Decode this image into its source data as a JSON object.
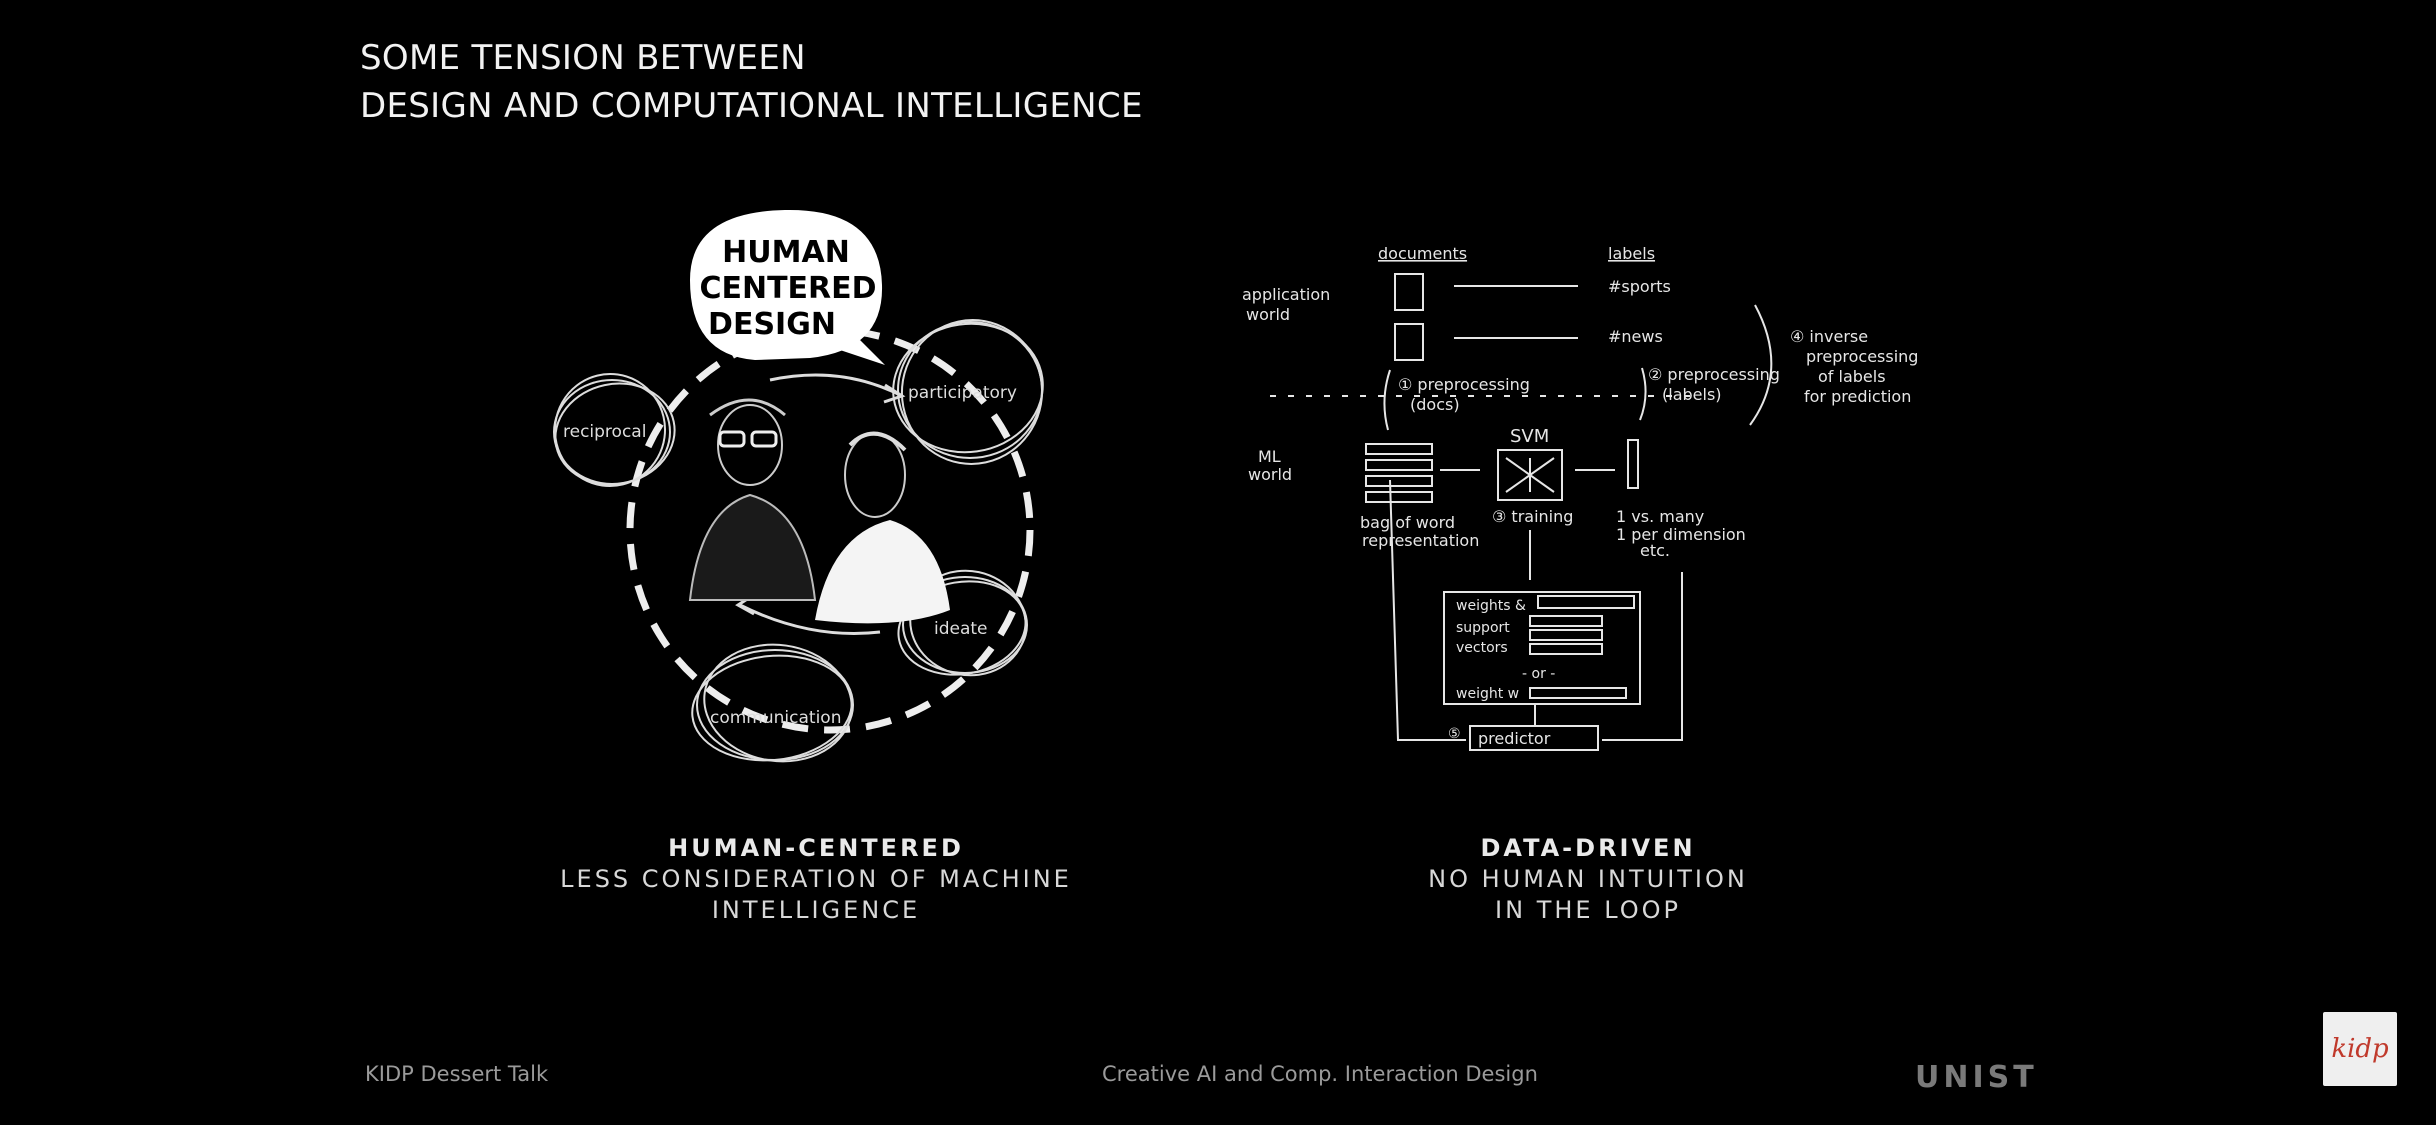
{
  "slide": {
    "title_line1": "SOME TENSION BETWEEN",
    "title_line2": "DESIGN AND COMPUTATIONAL INTELLIGENCE"
  },
  "hcd_illustration": {
    "bubble_line1": "HUMAN",
    "bubble_line2": "CENTERED",
    "bubble_line3": "DESIGN",
    "labels": {
      "reciprocal": "reciprocal",
      "participatory": "participatory",
      "ideate": "ideate",
      "communication": "communication"
    }
  },
  "dd_illustration": {
    "documents": "documents",
    "labels": "labels",
    "sports": "#sports",
    "news": "#news",
    "application_world_1": "application",
    "application_world_2": "world",
    "ml_world_1": "ML",
    "ml_world_2": "world",
    "preprocessing_docs_1": "① preprocessing",
    "preprocessing_docs_2": "(docs)",
    "preprocessing_labels_1": "② preprocessing",
    "preprocessing_labels_2": "(labels)",
    "inverse_1": "④ inverse",
    "inverse_2": "preprocessing",
    "inverse_3": "of labels",
    "inverse_4": "for prediction",
    "svm": "SVM",
    "training": "③ training",
    "bow_1": "bag of word",
    "bow_2": "representation",
    "one_vs_many_1": "1 vs. many",
    "one_vs_many_2": "1 per dimension",
    "one_vs_many_3": "etc.",
    "weights_1": "weights &",
    "weights_2": "support",
    "weights_3": "vectors",
    "or": "- or -",
    "weight_w": "weight w",
    "predictor_num": "⑤",
    "predictor": "predictor"
  },
  "captions": {
    "left_head": "HUMAN-CENTERED",
    "left_sub1": "LESS CONSIDERATION OF MACHINE",
    "left_sub2": "INTELLIGENCE",
    "right_head": "DATA-DRIVEN",
    "right_sub1": "NO HUMAN INTUITION",
    "right_sub2": "IN THE LOOP"
  },
  "footer": {
    "left": "KIDP Dessert Talk",
    "center": "Creative AI and Comp. Interaction Design",
    "unist_logo_text": "UNIST",
    "kidp_logo_text": "kidp"
  }
}
